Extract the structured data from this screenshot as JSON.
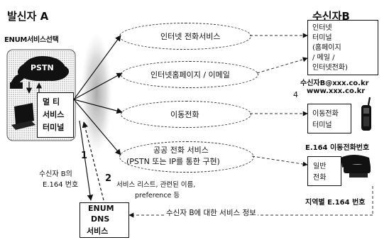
{
  "sender": {
    "title": "발신자 A",
    "enum_select": "ENUM서비스선택",
    "pstn": "PSTN",
    "terminal_lines": [
      "멀 티",
      "서비스",
      "터미널"
    ]
  },
  "steps": {
    "one": "1",
    "two": "2",
    "four": "4",
    "query_lines": [
      "수신자 B의",
      "E.164 번호"
    ],
    "response_lines": [
      "서비스 리스트, 관련된 이름,",
      "preference 등"
    ]
  },
  "enum_dns": {
    "lines": [
      "ENUM",
      "DNS",
      "서비스"
    ]
  },
  "services": [
    {
      "label": "인터넷 전화서비스"
    },
    {
      "label": "인터넷홈페이지 / 이메일"
    },
    {
      "label": "이동전화"
    },
    {
      "label_lines": [
        "공공 전화 서비스",
        "(PSTN 또는 IP를 통한 구현)"
      ]
    }
  ],
  "receiver": {
    "title": "수신자B",
    "internet_terminal_lines": [
      "인터넷",
      "터미널",
      "(홈페이지",
      "/ 메일 /",
      "인터넷전화)"
    ],
    "email": "수신자B@xxx.co.kr",
    "web": "www.xxx.co.kr",
    "mobile_lines": [
      "이동전화",
      "터미널"
    ],
    "mobile_number": "E.164 이동전화번호",
    "local_lines": [
      "일반",
      "전화"
    ],
    "local_number": "지역별 E.164 번호"
  },
  "service_info": "수신자 B에 대한 서비스 정보"
}
